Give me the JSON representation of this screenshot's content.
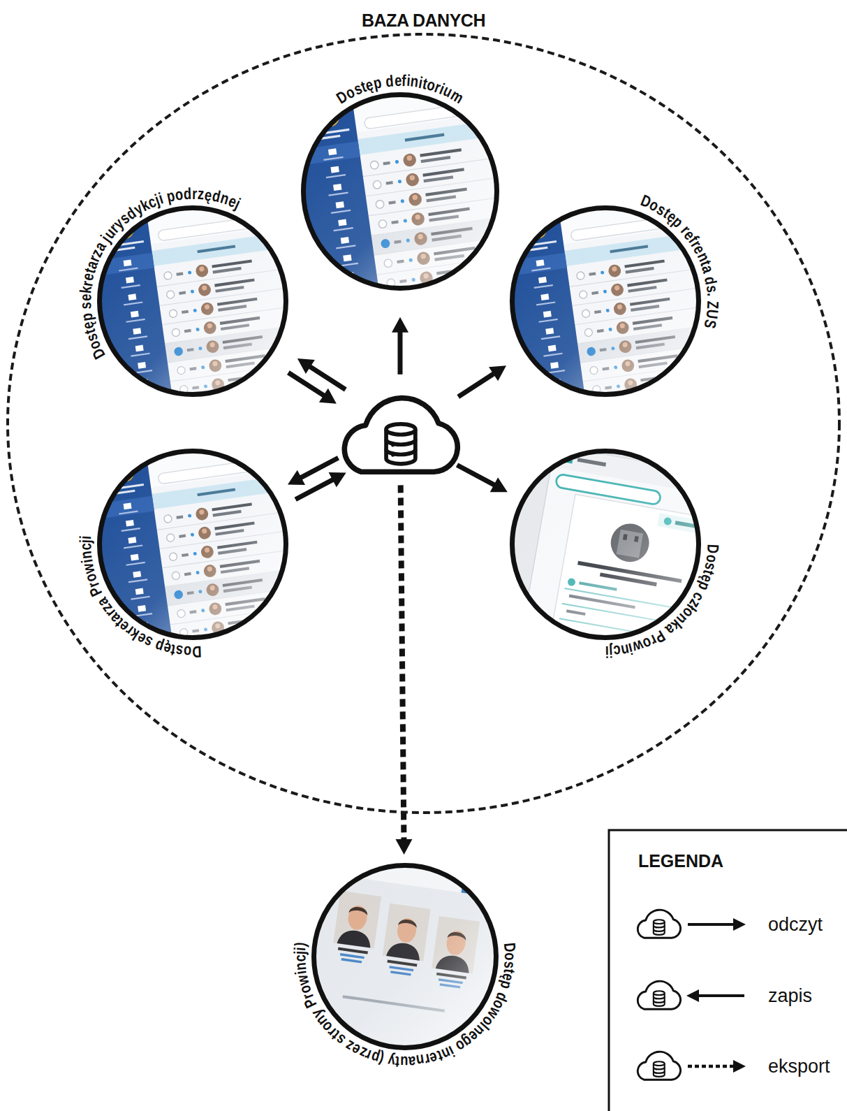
{
  "diagram": {
    "nodes": [
      {
        "text": [
          "BAZA DANYCH"
        ]
      },
      {
        "text": [
          "Dostęp definitorium"
        ],
        "in": 0
      },
      {
        "text": [
          "Dostęp sekretarza jurysdykcji podrzędnej"
        ],
        "in": 0
      },
      {
        "text": [
          "Dostęp refrenta ds. ZUS"
        ],
        "in": 0
      },
      {
        "text": [],
        "in": 0
      },
      {
        "text": [
          "Dostęp sekretarza Prowincji"
        ],
        "in": 0
      },
      {
        "text": [
          "Dostęp członka Prowincji"
        ],
        "in": 0
      },
      {
        "text": [
          "Dostęp dowolnego internauty (przez strony Prowincji)"
        ]
      }
    ],
    "edges": [
      {
        "from": 4,
        "to": 1,
        "arrow": "to"
      },
      {
        "from": 4,
        "to": 2,
        "arrow": "to"
      },
      {
        "from": 2,
        "to": 4,
        "arrow": "to"
      },
      {
        "from": 4,
        "to": 3,
        "arrow": "to"
      },
      {
        "from": 4,
        "to": 5,
        "arrow": "to"
      },
      {
        "from": 5,
        "to": 4,
        "arrow": "to"
      },
      {
        "from": 4,
        "to": 6,
        "arrow": "to"
      },
      {
        "from": 4,
        "to": 7,
        "arrow": "to"
      }
    ],
    "labels": [
      "LEGENDA"
    ],
    "legend": [
      {
        "text": "odczyt"
      },
      {
        "text": "zapis"
      },
      {
        "text": "eksport"
      }
    ]
  }
}
